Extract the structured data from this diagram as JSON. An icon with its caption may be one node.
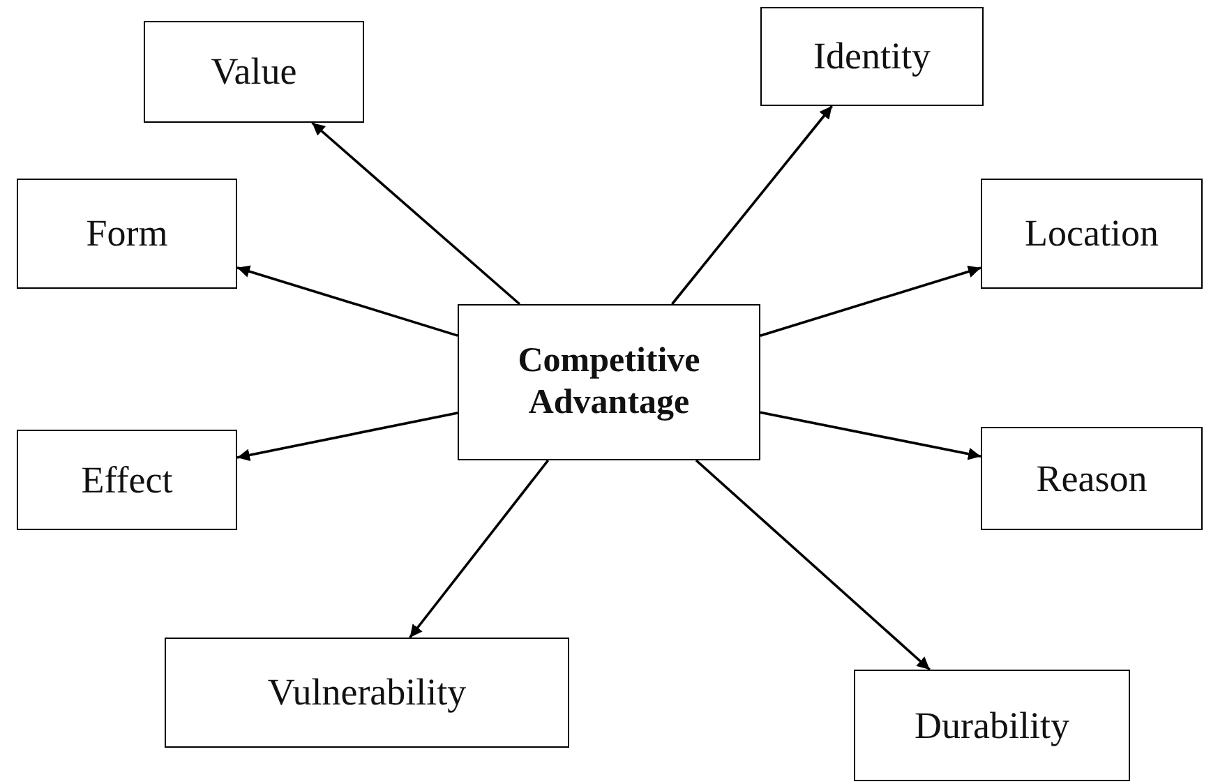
{
  "diagram": {
    "nodes": [
      {
        "text": [
          "Competitive Advantage"
        ]
      },
      {
        "text": [
          "Value"
        ]
      },
      {
        "text": [
          "Identity"
        ]
      },
      {
        "text": [
          "Form"
        ]
      },
      {
        "text": [
          "Location"
        ]
      },
      {
        "text": [
          "Effect"
        ]
      },
      {
        "text": [
          "Reason"
        ]
      },
      {
        "text": [
          "Vulnerability"
        ]
      },
      {
        "text": [
          "Durability"
        ]
      }
    ],
    "edges": [
      {
        "from": 0,
        "to": 1,
        "arrow": "to"
      },
      {
        "from": 0,
        "to": 2,
        "arrow": "to"
      },
      {
        "from": 0,
        "to": 3,
        "arrow": "to"
      },
      {
        "from": 0,
        "to": 4,
        "arrow": "to"
      },
      {
        "from": 0,
        "to": 5,
        "arrow": "to"
      },
      {
        "from": 0,
        "to": 6,
        "arrow": "to"
      },
      {
        "from": 0,
        "to": 7,
        "arrow": "to"
      },
      {
        "from": 0,
        "to": 8,
        "arrow": "to"
      }
    ]
  }
}
